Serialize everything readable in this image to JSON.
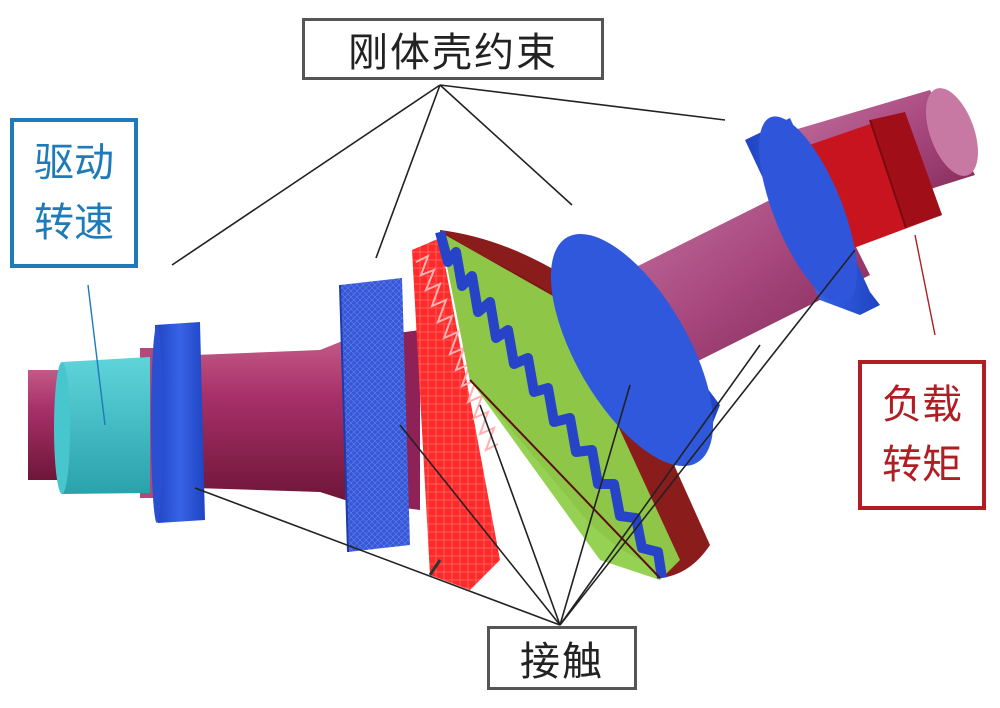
{
  "labels": {
    "rigid_shell": "刚体壳约束",
    "contact": "接触",
    "drive_speed": [
      "驱动",
      "转速"
    ],
    "load_torque": [
      "负载",
      "转矩"
    ]
  },
  "colors": {
    "shaft": "#8e1f4a",
    "shaft_light": "#b85a8c",
    "bearing": "#2b54d6",
    "pinion_gear": "#ff2626",
    "gear_teeth_blue": "#2744c9",
    "gear_teeth_green": "#8fd04a",
    "gear_body": "#8a1c1c",
    "coupling_cyan": "#3ec0c8",
    "load_coupling_red": "#c8141e",
    "drive_border": "#1f7ab8",
    "load_border": "#b01e23"
  }
}
